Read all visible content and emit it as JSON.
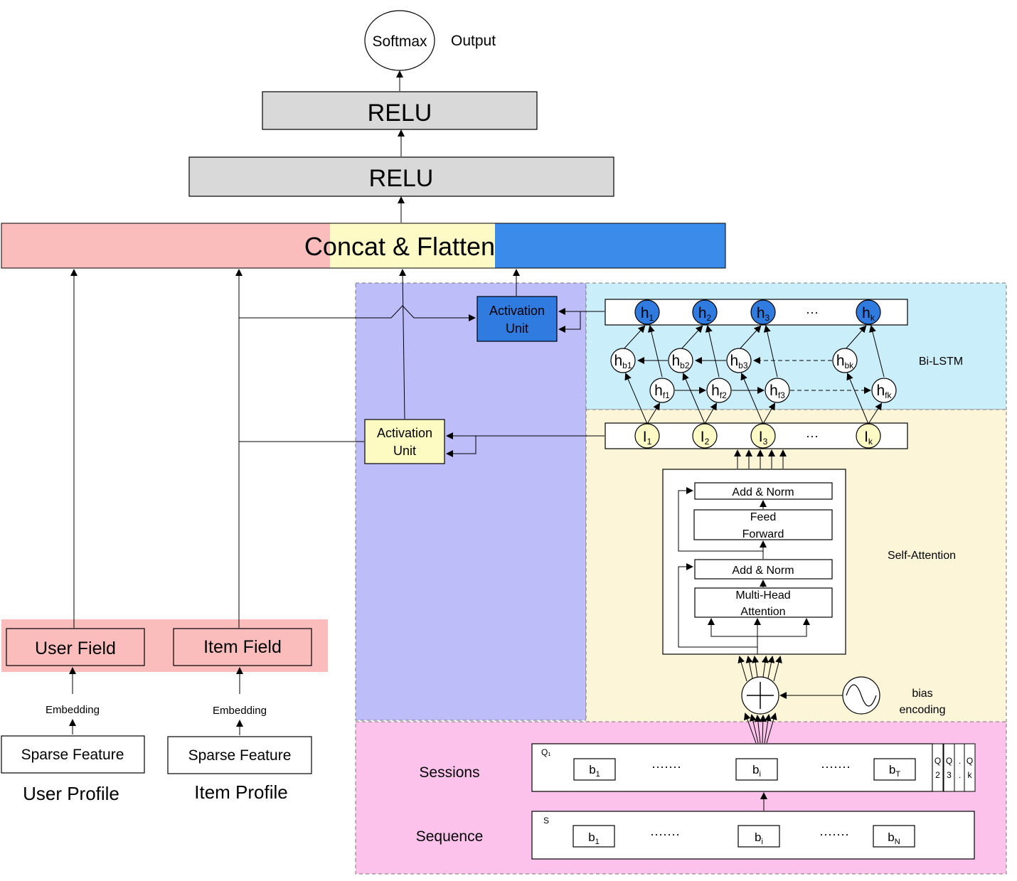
{
  "output": {
    "softmax": "Softmax",
    "output_label": "Output"
  },
  "relu": {
    "top": "RELU",
    "bottom": "RELU"
  },
  "concat": "Concat & Flatten",
  "activation_unit": {
    "top_line1": "Activation",
    "top_line2": "Unit",
    "bottom_line1": "Activation",
    "bottom_line2": "Unit"
  },
  "bilstm": {
    "label": "Bi-LSTM",
    "top": [
      {
        "b": "h",
        "s": "1"
      },
      {
        "b": "h",
        "s": "2"
      },
      {
        "b": "h",
        "s": "3"
      },
      {
        "b": "h",
        "s": "k"
      }
    ],
    "backward": [
      {
        "b": "h",
        "s": "b1"
      },
      {
        "b": "h",
        "s": "b2"
      },
      {
        "b": "h",
        "s": "b3"
      },
      {
        "b": "h",
        "s": "bk"
      }
    ],
    "forward": [
      {
        "b": "h",
        "s": "f1"
      },
      {
        "b": "h",
        "s": "f2"
      },
      {
        "b": "h",
        "s": "f3"
      },
      {
        "b": "h",
        "s": "fk"
      }
    ],
    "ellipsis": "···"
  },
  "interest": {
    "nodes": [
      {
        "b": "I",
        "s": "1"
      },
      {
        "b": "I",
        "s": "2"
      },
      {
        "b": "I",
        "s": "3"
      },
      {
        "b": "I",
        "s": "k"
      }
    ],
    "ellipsis": "···"
  },
  "self_attention": {
    "label": "Self-Attention",
    "add_norm_top": "Add & Norm",
    "feed_line1": "Feed",
    "feed_line2": "Forward",
    "add_norm_bottom": "Add & Norm",
    "mha_line1": "Multi-Head",
    "mha_line2": "Attention"
  },
  "bias": {
    "line1": "bias",
    "line2": "encoding"
  },
  "sessions": {
    "label": "Sessions",
    "q1": "Q₁",
    "items": [
      {
        "b": "b",
        "s": "1"
      },
      {
        "b": "b",
        "s": "i"
      },
      {
        "b": "b",
        "s": "T"
      }
    ],
    "dots": "·······",
    "q_columns": [
      [
        "Q",
        "2"
      ],
      [
        "Q",
        "3"
      ],
      [
        ".",
        "."
      ],
      [
        "Q",
        "k"
      ]
    ]
  },
  "sequence": {
    "label": "Sequence",
    "s": "S",
    "items": [
      {
        "b": "b",
        "s": "1"
      },
      {
        "b": "b",
        "s": "i"
      },
      {
        "b": "b",
        "s": "N"
      }
    ],
    "dots": "·······"
  },
  "user": {
    "field": "User Field",
    "embedding": "Embedding",
    "sparse": "Sparse Feature",
    "profile": "User Profile"
  },
  "item": {
    "field": "Item Field",
    "embedding": "Embedding",
    "sparse": "Sparse Feature",
    "profile": "Item Profile"
  },
  "colors": {
    "pink": "#fbbcbc",
    "yellow": "#fdfac5",
    "blue": "#3b8beb",
    "purple": "#bdbdfa",
    "lightblue": "#cbeefb",
    "cream": "#fcf5d8",
    "magenta": "#fcc2ec",
    "gray": "#d9d9d9",
    "dark_blue_box": "#2f7be0",
    "yellow_box": "#fefbc2"
  }
}
